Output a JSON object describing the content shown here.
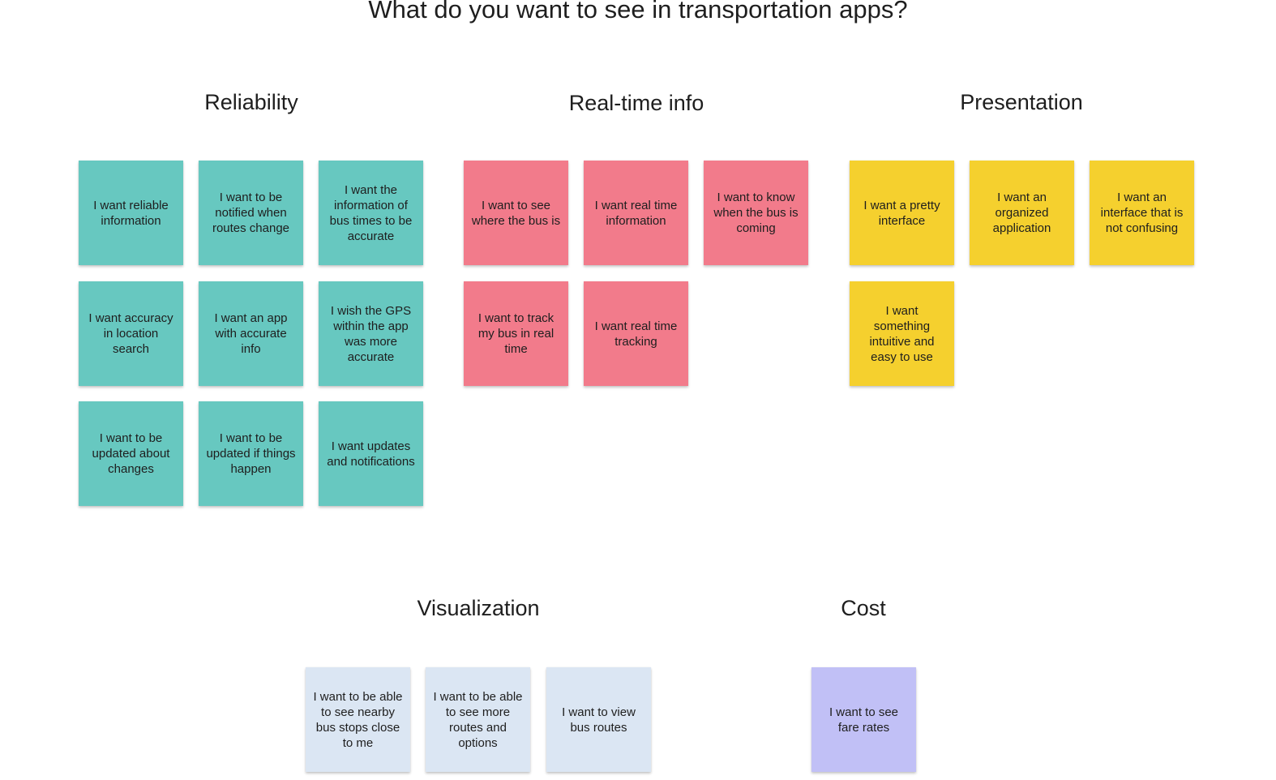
{
  "board": {
    "title": "What do you want to see in transportation apps?"
  },
  "colors": {
    "reliability": "#67c8c0",
    "realtime": "#f27b8b",
    "presentation": "#f5d02e",
    "visualization": "#dbe6f3",
    "cost": "#c1c0f6"
  },
  "groups": {
    "reliability": {
      "title": "Reliability",
      "notes": [
        "I want reliable information",
        "I want to be notified when routes change",
        "I want the information of bus times to be accurate",
        "I want accuracy in location search",
        "I want an app with accurate info",
        "I wish the GPS within the app was more accurate",
        "I want to be updated about changes",
        "I want to be updated if things happen",
        "I want updates and notifications"
      ]
    },
    "realtime": {
      "title": "Real-time info",
      "notes": [
        "I want to see where the bus is",
        "I want real time information",
        "I want to know when the bus is coming",
        "I want to track my bus in real time",
        "I want real time tracking"
      ]
    },
    "presentation": {
      "title": "Presentation",
      "notes": [
        "I want a pretty interface",
        "I want an organized application",
        "I want an interface that is not confusing",
        "I want something intuitive and easy to use"
      ]
    },
    "visualization": {
      "title": "Visualization",
      "notes": [
        "I want to be able to see nearby bus stops close to me",
        "I want to be able to see more routes and options",
        "I want to view bus routes"
      ]
    },
    "cost": {
      "title": "Cost",
      "notes": [
        "I want to see fare rates"
      ]
    }
  }
}
